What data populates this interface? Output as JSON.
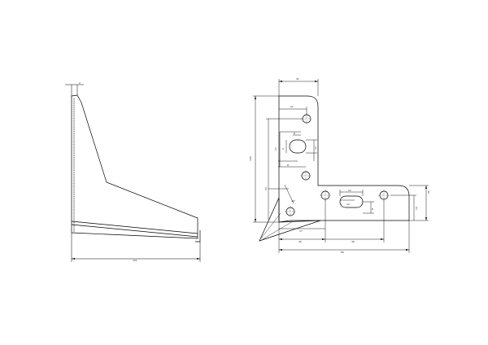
{
  "drawing": {
    "line_color": "#000000",
    "background": "#ffffff"
  },
  "side_view": {
    "dims": {
      "top_offset": "2",
      "overall_length": "101"
    }
  },
  "front_view": {
    "dims": {
      "top_width": "31",
      "overall_height": "104",
      "hole_pitch_top": "21",
      "slot_width_v": "8",
      "slot_height_v": "12",
      "slot_offset_v": "6",
      "slot_pos_v": "13",
      "lower_height": "34",
      "lower_offset": "8",
      "corner_angle": "45°",
      "side_height": "26",
      "side_offset": "16",
      "slot_width_h": "12",
      "slot_height_h": "8",
      "base_gap": "12",
      "pos_a": "17",
      "pos_b": "26",
      "pos_c": "36",
      "overall_width": "80"
    }
  }
}
